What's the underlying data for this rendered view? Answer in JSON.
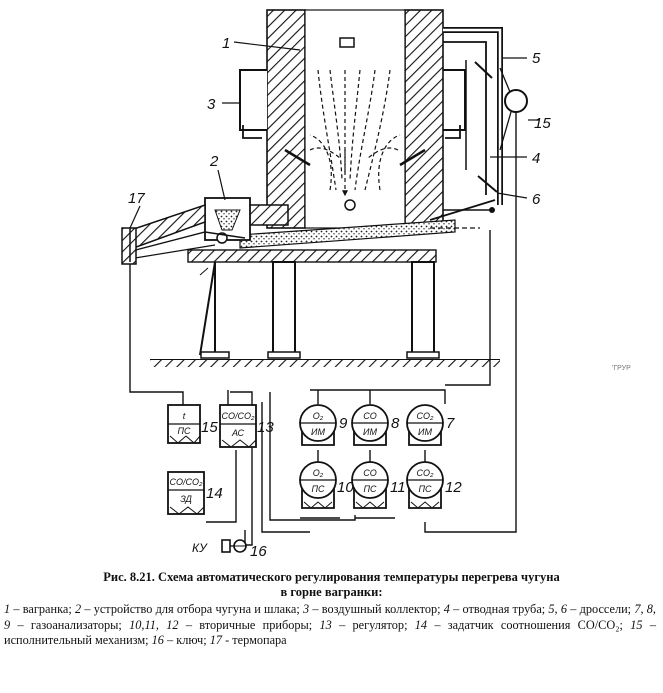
{
  "figure": {
    "labels": {
      "n1": "1",
      "n2": "2",
      "n3": "3",
      "n4": "4",
      "n5": "5",
      "n6": "6",
      "n7": "7",
      "n8": "8",
      "n9": "9",
      "n10": "10",
      "n11": "11",
      "n12": "12",
      "n13": "13",
      "n14": "14",
      "n15": "15",
      "n16": "16",
      "n17": "17",
      "ku": "КУ"
    },
    "instruments": {
      "ps15_top": "t",
      "ps15_bot": "ПС",
      "ac13_top": "CO/CO₂",
      "ac13_bot": "АС",
      "zd14_top": "CO/CO₂",
      "zd14_bot": "ЗД",
      "ga9_top": "O₂",
      "ga9_bot": "ИМ",
      "ga8_top": "CO",
      "ga8_bot": "ИМ",
      "ga7_top": "CO₂",
      "ga7_bot": "ИМ",
      "ps10_top": "O₂",
      "ps10_bot": "ПС",
      "ps11_top": "CO",
      "ps11_bot": "ПС",
      "ps12_top": "CO₂",
      "ps12_bot": "ПС"
    },
    "stray_mark": "'ГРУР"
  },
  "caption": {
    "line1": "Рис. 8.21. Схема автоматического регулирования температуры перегрева чугуна",
    "line2": "в горне вагранки:"
  },
  "legend": [
    {
      "num": "1",
      "text": " – вагранка; "
    },
    {
      "num": "2",
      "text": " – устройство для отбора чугуна и шлака; "
    },
    {
      "num": "3",
      "text": " – воздушный коллектор; "
    },
    {
      "num": "4",
      "text": " – отводная труба; "
    },
    {
      "num": "5, 6",
      "text": " – дроссели; "
    },
    {
      "num": "7, 8, 9",
      "text": " – газоанализаторы; "
    },
    {
      "num": "10,11, 12",
      "text": " – вторичные приборы; "
    },
    {
      "num": "13",
      "text": " – регулятор; "
    },
    {
      "num": "14",
      "text": " – задатчик соотношения CO/CO₂; "
    },
    {
      "num": "15",
      "text": " – исполнительный механизм; "
    },
    {
      "num": "16",
      "text": " – ключ; "
    },
    {
      "num": "17",
      "text": " - термопара"
    }
  ]
}
